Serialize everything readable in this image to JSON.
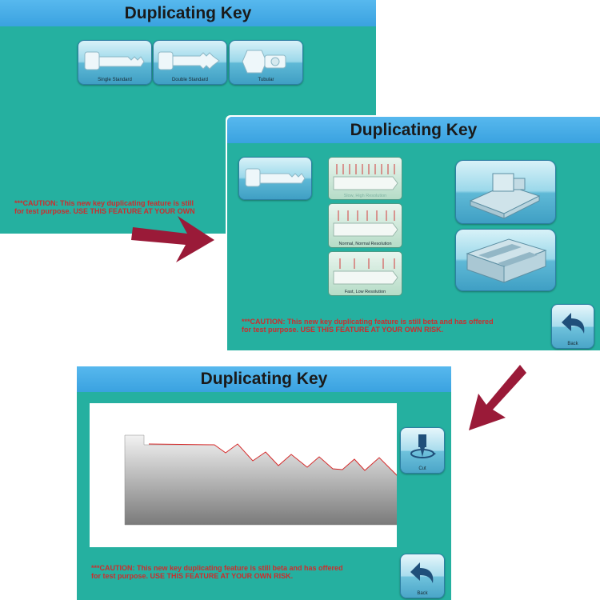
{
  "screen1": {
    "title": "Duplicating Key",
    "key_types": [
      {
        "label": "Single Standard"
      },
      {
        "label": "Double Standard"
      },
      {
        "label": "Tubular"
      }
    ],
    "caution": "***CAUTION: This new key duplicating feature is still",
    "caution2": "for test purpose.  USE THIS FEATURE AT YOUR OWN"
  },
  "screen2": {
    "title": "Duplicating Key",
    "speeds": [
      {
        "label": "Slow, High Resolution"
      },
      {
        "label": "Normal, Normal Resolution"
      },
      {
        "label": "Fast, Low Resolution"
      }
    ],
    "caution": "***CAUTION: This new key duplicating feature is still beta and has offered",
    "caution2": "for test purpose.  USE THIS FEATURE AT YOUR OWN RISK.",
    "back_label": "Back"
  },
  "screen3": {
    "title": "Duplicating Key",
    "cut_label": "Cut",
    "caution": "***CAUTION: This new key duplicating feature is still beta and has offered",
    "caution2": "for test purpose.  USE THIS FEATURE AT YOUR OWN RISK.",
    "back_label": "Back"
  },
  "colors": {
    "screen_bg": "#25b0a0",
    "title_bar": "#3aa2e0",
    "caution": "#cc2d2d",
    "arrow": "#9a1a38"
  }
}
